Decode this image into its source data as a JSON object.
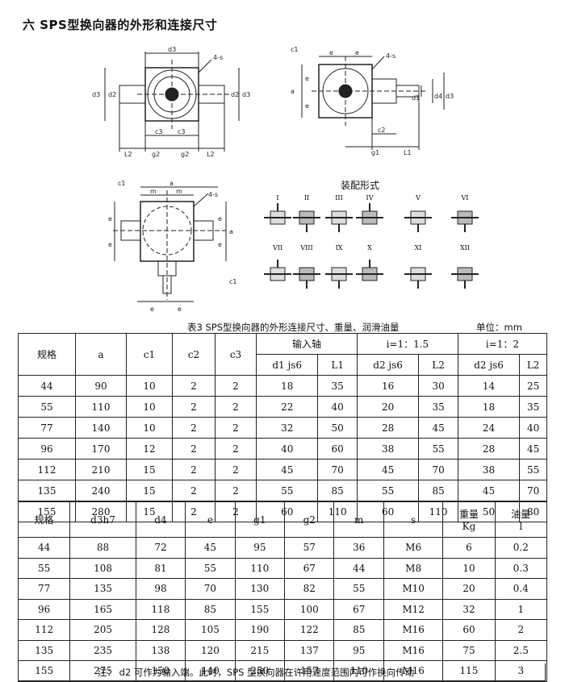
{
  "heading": "六 SPS型换向器的外形和连接尺寸",
  "drawing_labels": {
    "d3": "d3",
    "d2": "d2",
    "d1": "d1",
    "d4": "d4",
    "bolt": "4-s",
    "c1": "c1",
    "c2": "c2",
    "c3": "c3",
    "g1": "g1",
    "g2": "g2",
    "L1": "L1",
    "L2": "L2",
    "a": "a",
    "e": "e",
    "m": "m"
  },
  "mount_title": "装配形式",
  "mount_forms": [
    "I",
    "II",
    "III",
    "IV",
    "V",
    "VI",
    "VII",
    "VIII",
    "IX",
    "X",
    "XI",
    "XII"
  ],
  "table1": {
    "caption": "表3 SPS型换向器的外形连接尺寸、重量、润滑油量",
    "unit": "单位：mm",
    "h_spec": "规格",
    "h_a": "a",
    "h_c1": "c1",
    "h_c2": "c2",
    "h_c3": "c3",
    "h_input": "输入轴",
    "h_ratio1": "i=1：1.5",
    "h_ratio2": "i=1：2",
    "h_d1": "d1 js6",
    "h_L1": "L1",
    "h_d2a": "d2 js6",
    "h_L2a": "L2",
    "h_d2b": "d2 js6",
    "h_L2b": "L2",
    "rows": [
      [
        "44",
        "90",
        "10",
        "2",
        "2",
        "18",
        "35",
        "16",
        "30",
        "14",
        "25"
      ],
      [
        "55",
        "110",
        "10",
        "2",
        "2",
        "22",
        "40",
        "20",
        "35",
        "18",
        "35"
      ],
      [
        "77",
        "140",
        "10",
        "2",
        "2",
        "32",
        "50",
        "28",
        "45",
        "24",
        "40"
      ],
      [
        "96",
        "170",
        "12",
        "2",
        "2",
        "40",
        "60",
        "38",
        "55",
        "28",
        "45"
      ],
      [
        "112",
        "210",
        "15",
        "2",
        "2",
        "45",
        "70",
        "45",
        "70",
        "38",
        "55"
      ],
      [
        "135",
        "240",
        "15",
        "2",
        "2",
        "55",
        "85",
        "55",
        "85",
        "45",
        "70"
      ],
      [
        "155",
        "280",
        "15",
        "2",
        "2",
        "60",
        "110",
        "60",
        "110",
        "50",
        "80"
      ]
    ]
  },
  "table2": {
    "headers": [
      "规格",
      "d3h7",
      "d4",
      "e",
      "g1",
      "g2",
      "m",
      "s"
    ],
    "h_weight": "重量",
    "h_weight_unit": "Kg",
    "h_oil": "油量",
    "h_oil_unit": "l",
    "rows": [
      [
        "44",
        "88",
        "72",
        "45",
        "95",
        "57",
        "36",
        "M6",
        "6",
        "0.2"
      ],
      [
        "55",
        "108",
        "81",
        "55",
        "110",
        "67",
        "44",
        "M8",
        "10",
        "0.3"
      ],
      [
        "77",
        "135",
        "98",
        "70",
        "130",
        "82",
        "55",
        "M10",
        "20",
        "0.4"
      ],
      [
        "96",
        "165",
        "118",
        "85",
        "155",
        "100",
        "67",
        "M12",
        "32",
        "1"
      ],
      [
        "112",
        "205",
        "128",
        "105",
        "190",
        "122",
        "85",
        "M16",
        "60",
        "2"
      ],
      [
        "135",
        "235",
        "138",
        "120",
        "215",
        "137",
        "95",
        "M16",
        "75",
        "2.5"
      ],
      [
        "155",
        "275",
        "150",
        "140",
        "250",
        "157",
        "110",
        "M16",
        "115",
        "3"
      ]
    ]
  },
  "note": "注：  d2 可作为输入端。此时，SPS 型换向器在许用速度范围内可作换向传动"
}
